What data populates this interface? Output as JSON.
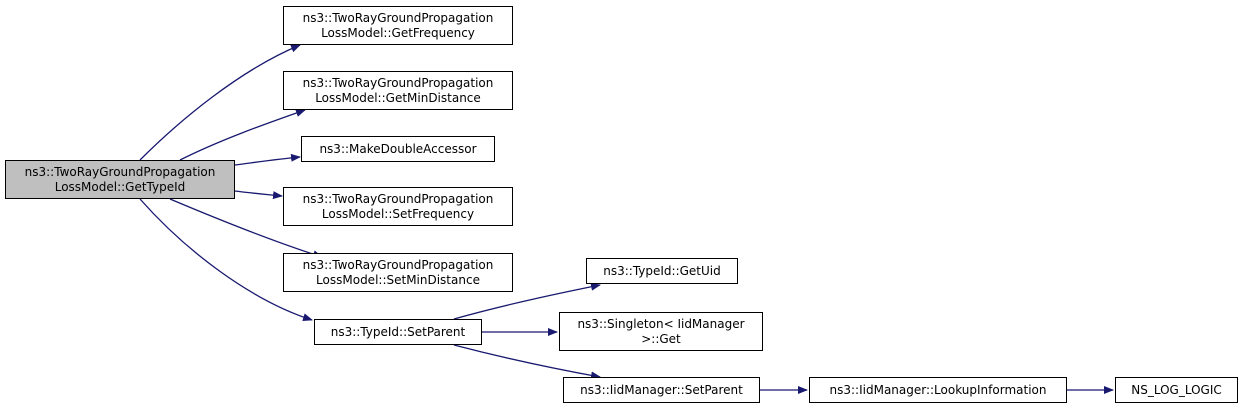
{
  "colors": {
    "edge": "#191970",
    "root_fill": "#bfbfbf",
    "node_fill": "#ffffff",
    "border": "#000000"
  },
  "nodes": {
    "get_type_id": {
      "lines": [
        "ns3::TwoRayGroundPropagation",
        "LossModel::GetTypeId"
      ]
    },
    "get_frequency": {
      "lines": [
        "ns3::TwoRayGroundPropagation",
        "LossModel::GetFrequency"
      ]
    },
    "get_min_distance": {
      "lines": [
        "ns3::TwoRayGroundPropagation",
        "LossModel::GetMinDistance"
      ]
    },
    "make_double": {
      "lines": [
        "ns3::MakeDoubleAccessor"
      ]
    },
    "set_frequency": {
      "lines": [
        "ns3::TwoRayGroundPropagation",
        "LossModel::SetFrequency"
      ]
    },
    "set_min_distance": {
      "lines": [
        "ns3::TwoRayGroundPropagation",
        "LossModel::SetMinDistance"
      ]
    },
    "typeid_set_parent": {
      "lines": [
        "ns3::TypeId::SetParent"
      ]
    },
    "typeid_get_uid": {
      "lines": [
        "ns3::TypeId::GetUid"
      ]
    },
    "singleton_get": {
      "lines": [
        "ns3::Singleton< IidManager",
        ">::Get"
      ]
    },
    "iid_set_parent": {
      "lines": [
        "ns3::IidManager::SetParent"
      ]
    },
    "iid_lookup": {
      "lines": [
        "ns3::IidManager::LookupInformation"
      ]
    },
    "ns_log_logic": {
      "lines": [
        "NS_LOG_LOGIC"
      ]
    }
  }
}
